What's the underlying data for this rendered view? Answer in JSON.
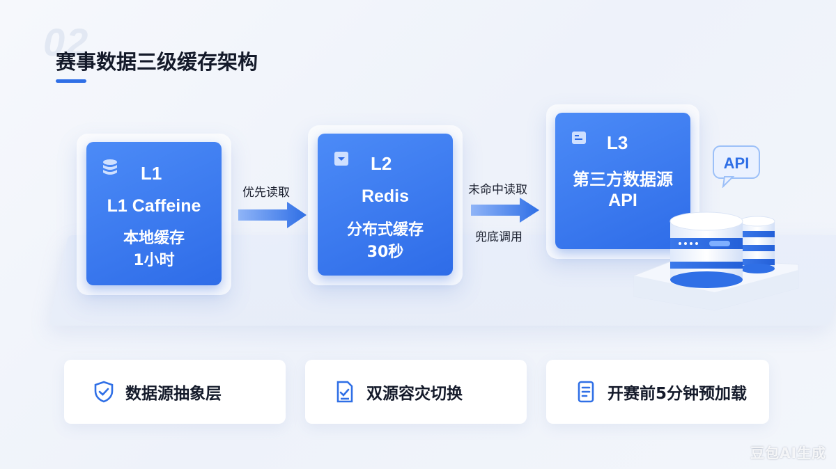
{
  "header": {
    "bg_number": "02",
    "title": "赛事数据三级缓存架构"
  },
  "tiers": [
    {
      "icon": "database-stack-icon",
      "level": "L1",
      "name": "L1 Caffeine",
      "desc": "本地缓存",
      "ttl": "1小时"
    },
    {
      "icon": "dropdown-box-icon",
      "level": "L2",
      "name": "Redis",
      "desc": "分布式缓存",
      "ttl": "30秒"
    },
    {
      "icon": "document-card-icon",
      "level": "L3",
      "name": "第三方数据源",
      "desc": "API"
    }
  ],
  "arrows": [
    {
      "label_top": "优先读取"
    },
    {
      "label_top": "未命中读取",
      "label_bottom": "兜底调用"
    }
  ],
  "api_badge": "API",
  "features": [
    {
      "icon": "shield-check-icon",
      "label": "数据源抽象层"
    },
    {
      "icon": "checklist-icon",
      "label": "双源容灾切换"
    },
    {
      "icon": "document-list-icon",
      "label": "开赛前5分钟预加载"
    }
  ],
  "watermark": "豆包AI生成",
  "colors": {
    "accent": "#2f6fe6",
    "card_top": "#4c8bf7",
    "card_bottom": "#2e6ce8"
  }
}
